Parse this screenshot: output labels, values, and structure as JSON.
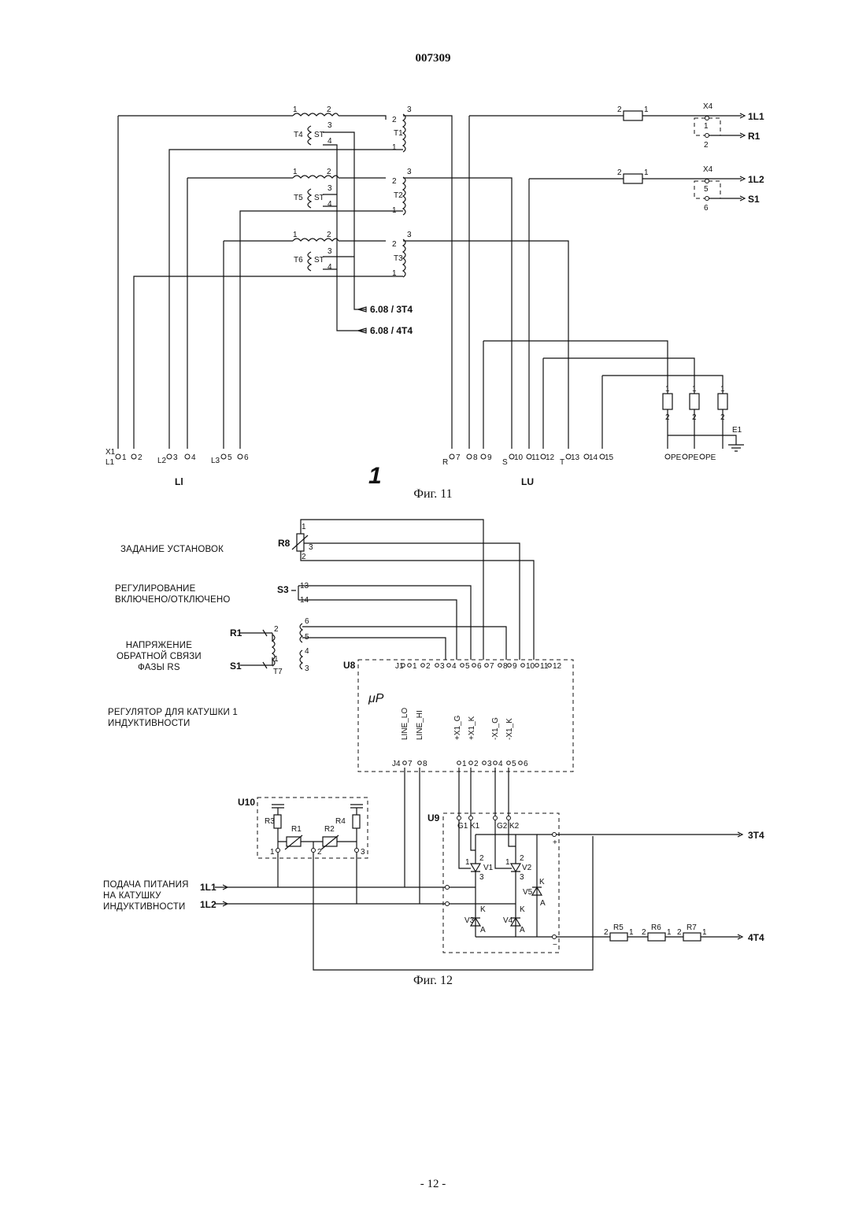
{
  "doc_number": "007309",
  "page_footer": "- 12 -",
  "fig11": {
    "caption": "Фиг. 11",
    "margin_mark": "1",
    "transformers": [
      "T4",
      "T5",
      "T6",
      "T1",
      "T2",
      "T3"
    ],
    "st_label": "ST",
    "outputs": [
      "1L1",
      "R1",
      "1L2",
      "S1"
    ],
    "connector": "X4",
    "refs": [
      "6.08 / 3T4",
      "6.08 / 4T4"
    ],
    "ground": "E1",
    "strip_left": "Ll",
    "strip_right": "LU",
    "terminal_tags": [
      "X1",
      "L1",
      "L2",
      "L3",
      "R",
      "S",
      "T",
      "PE"
    ]
  },
  "fig12": {
    "caption": "Фиг. 12",
    "texts": {
      "setpoint": "ЗАДАНИЕ УСТАНОВОК",
      "regulation": "РЕГУЛИРОВАНИЕ\nВКЛЮЧЕНО/ОТКЛЮЧЕНО",
      "feedback": "НАПРЯЖЕНИЕ\nОБРАТНОЙ СВЯЗИ\nФАЗЫ RS",
      "regulator": "РЕГУЛЯТОР ДЛЯ КАТУШКИ 1\nИНДУКТИВНОСТИ",
      "supply": "ПОДАЧА ПИТАНИЯ\nНА КАТУШКУ\nИНДУКТИВНОСТИ"
    },
    "blocks": [
      "U8",
      "U9",
      "U10"
    ],
    "mcu": "μP",
    "pins_top": [
      "J1",
      "1",
      "2",
      "3",
      "4",
      "5",
      "6",
      "7",
      "8",
      "9",
      "10",
      "11",
      "12"
    ],
    "pins_bottom": [
      "J4",
      "7",
      "8",
      "1",
      "2",
      "3",
      "4",
      "5",
      "6"
    ],
    "signals": [
      "LINE_LO",
      "LINE_HI",
      "+X1_G",
      "+X1_K",
      "-X1_G",
      "-X1_K"
    ],
    "components": [
      "R8",
      "S3",
      "T7",
      "R1",
      "R2",
      "R3",
      "R4",
      "V1",
      "V2",
      "V3",
      "V4",
      "V5",
      "R5",
      "R6",
      "R7"
    ],
    "gates": [
      "G1",
      "K1",
      "G2",
      "K2"
    ],
    "inputs": [
      "R1",
      "S1",
      "1L1",
      "1L2"
    ],
    "outputs": [
      "3T4",
      "4T4"
    ]
  }
}
